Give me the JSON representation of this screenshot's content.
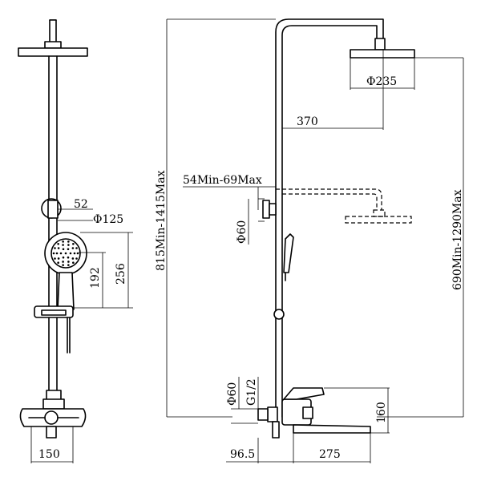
{
  "dimensions": {
    "head_arm_reach": "52",
    "hand_shower_diameter": "Φ125",
    "hand_shower_length": "192",
    "hand_shower_height": "256",
    "mixer_width": "150",
    "overall_height": "815Min-1415Max",
    "slider_offset": "54Min-69Max",
    "slider_diameter": "Φ60",
    "overhead_diameter": "Φ235",
    "arm_length": "370",
    "head_height": "690Min-1290Max",
    "connection_thread": "G1/2",
    "escutcheon_diameter": "Φ60",
    "spout_height": "160",
    "wall_offset": "96.5",
    "spout_length": "275"
  }
}
